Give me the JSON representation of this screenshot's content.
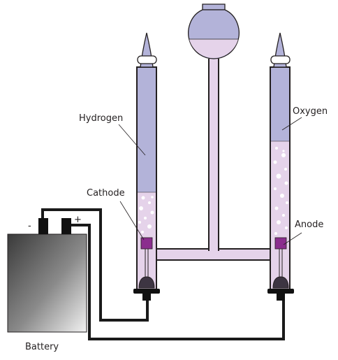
{
  "labels": {
    "hydrogen": "Hydrogen",
    "oxygen": "Oxygen",
    "cathode": "Cathode",
    "anode": "Anode",
    "battery": "Battery",
    "minus": "-",
    "plus": "+"
  },
  "colors": {
    "gas": "#b3b3d9",
    "liquid": "#e5d3ea",
    "electrode": "#8b2e8e",
    "outline": "#231f20",
    "wire": "#1a1a1a"
  }
}
